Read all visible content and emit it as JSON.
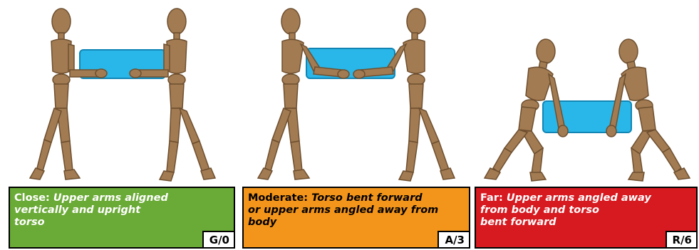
{
  "panels": [
    {
      "id": "close",
      "label": "Close:",
      "description_lines": [
        "Upper arms aligned",
        "vertically and upright",
        "torso"
      ],
      "code": "G/0",
      "color": "#6aaa36",
      "text_color": "#ffffff"
    },
    {
      "id": "moderate",
      "label": "Moderate:",
      "description_lines": [
        "Torso bent forward",
        "or upper arms angled away from",
        "body"
      ],
      "code": "A/3",
      "color": "#f4951b",
      "text_color": "#000000"
    },
    {
      "id": "far",
      "label": "Far:",
      "description_lines": [
        "Upper arms angled away",
        "from body and torso",
        "bent forward"
      ],
      "code": "R/6",
      "color": "#d71920",
      "text_color": "#ffffff"
    }
  ],
  "colors": {
    "wood": "#a27b52",
    "wood_dark": "#6e4f2f",
    "box": "#29b6e8",
    "box_edge": "#1186b5"
  }
}
